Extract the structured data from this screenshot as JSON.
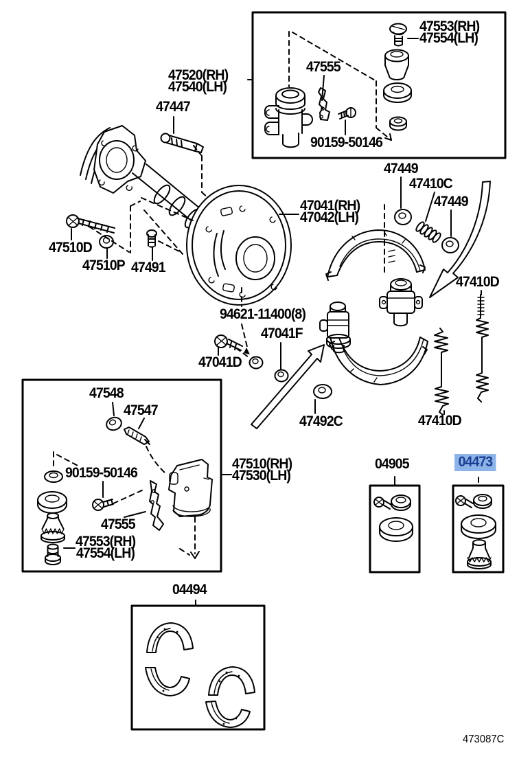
{
  "page": {
    "background": "#ffffff",
    "line_color": "#000000"
  },
  "highlight": {
    "bg": "#8db4e8",
    "text_color": "#1c3e92",
    "selected_part": "04473"
  },
  "diagram_code": "473087C",
  "labels": [
    {
      "id": "top-47553-rh",
      "text": "47553(RH)"
    },
    {
      "id": "top-47554-lh",
      "text": "47554(LH)"
    },
    {
      "id": "47520-rh",
      "text": "47520(RH)"
    },
    {
      "id": "47540-lh",
      "text": "47540(LH)"
    },
    {
      "id": "47447",
      "text": "47447"
    },
    {
      "id": "top-47555",
      "text": "47555"
    },
    {
      "id": "top-90159-50146",
      "text": "90159-50146"
    },
    {
      "id": "47449-a",
      "text": "47449"
    },
    {
      "id": "47410c",
      "text": "47410C"
    },
    {
      "id": "47449-b",
      "text": "47449"
    },
    {
      "id": "47041-rh",
      "text": "47041(RH)"
    },
    {
      "id": "47042-lh",
      "text": "47042(LH)"
    },
    {
      "id": "47510d",
      "text": "47510D"
    },
    {
      "id": "47510p",
      "text": "47510P"
    },
    {
      "id": "47491",
      "text": "47491"
    },
    {
      "id": "47410d-upper",
      "text": "47410D"
    },
    {
      "id": "94621-11400",
      "text": "94621-11400(8)"
    },
    {
      "id": "47041f",
      "text": "47041F"
    },
    {
      "id": "47041d",
      "text": "47041D"
    },
    {
      "id": "47492c",
      "text": "47492C"
    },
    {
      "id": "47410d-lower",
      "text": "47410D"
    },
    {
      "id": "47548",
      "text": "47548"
    },
    {
      "id": "47547",
      "text": "47547"
    },
    {
      "id": "bot-90159-50146",
      "text": "90159-50146"
    },
    {
      "id": "bot-47555",
      "text": "47555"
    },
    {
      "id": "bot-47553-rh",
      "text": "47553(RH)"
    },
    {
      "id": "bot-47554-lh",
      "text": "47554(LH)"
    },
    {
      "id": "47510-rh",
      "text": "47510(RH)"
    },
    {
      "id": "47530-lh",
      "text": "47530(LH)"
    },
    {
      "id": "kit-04905",
      "text": "04905"
    },
    {
      "id": "kit-04473",
      "text": "04473"
    },
    {
      "id": "kit-04494",
      "text": "04494"
    },
    {
      "id": "figure-code",
      "text": "473087C"
    }
  ]
}
